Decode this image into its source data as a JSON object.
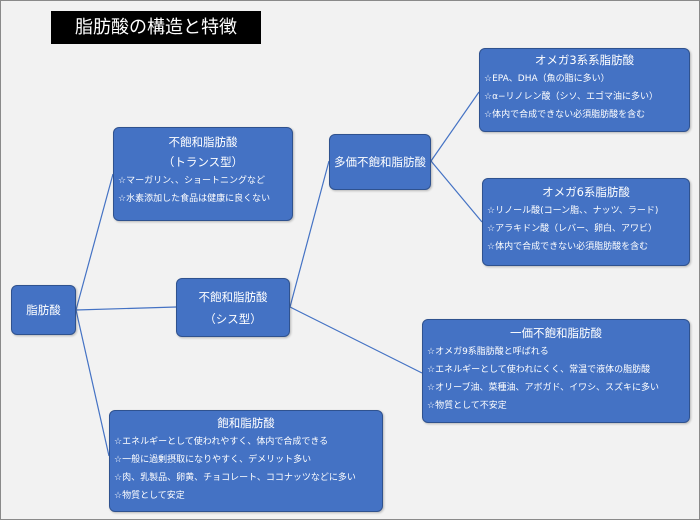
{
  "title": "脂肪酸の構造と特徴",
  "nodes": {
    "root": {
      "label": "脂肪酸"
    },
    "trans": {
      "head1": "不飽和脂肪酸",
      "head2": "（トランス型）",
      "items": [
        "☆マーガリン、、ショートニングなど",
        "☆水素添加した食品は健康に良くない"
      ]
    },
    "cis": {
      "head1": "不飽和脂肪酸",
      "head2": "（シス型）"
    },
    "saturated": {
      "head": "飽和脂肪酸",
      "items": [
        "☆エネルギーとして使われやすく、体内で合成できる",
        "☆一般に過剰摂取になりやすく、デメリット多い",
        "☆肉、乳製品、卵黄、チョコレート、ココナッツなどに多い",
        "☆物質として安定"
      ]
    },
    "poly": {
      "label": "多価不飽和脂肪酸"
    },
    "omega3": {
      "head": "オメガ3系系脂肪酸",
      "items": [
        "☆EPA、DHA（魚の脂に多い）",
        "☆α−リノレン酸（シソ、エゴマ油に多い）",
        "☆体内で合成できない必須脂肪酸を含む"
      ]
    },
    "omega6": {
      "head": "オメガ6系脂肪酸",
      "items": [
        "☆リノール酸(コーン脂、、ナッツ、ラード)",
        "☆アラキドン酸（レバー、卵白、アワビ）",
        "☆体内で合成できない必須脂肪酸を含む"
      ]
    },
    "mono": {
      "head": "一価不飽和脂肪酸",
      "items": [
        "☆オメガ9系脂肪酸と呼ばれる",
        "☆エネルギーとして使われにくく、常温で液体の脂肪酸",
        "☆オリーブ油、菜種油、アボガド、イワシ、スズキに多い",
        "☆物質として不安定"
      ]
    }
  },
  "colors": {
    "node_fill": "#4472c4",
    "node_border": "#2f528f",
    "connector": "#4472c4",
    "background": "#f2f2f2",
    "title_bg": "#000000"
  }
}
